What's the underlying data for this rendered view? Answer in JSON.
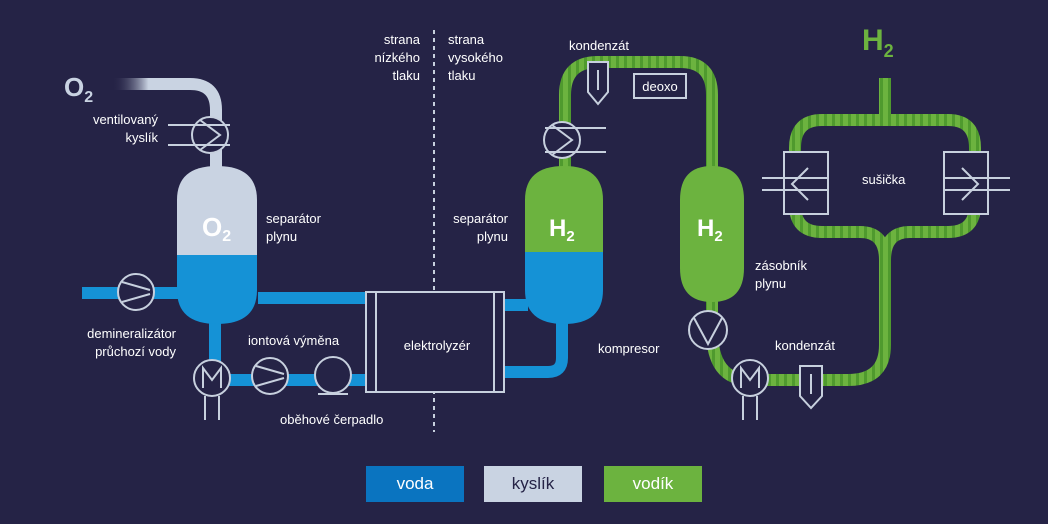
{
  "colors": {
    "background": "#252346",
    "water": "#1592d6",
    "oxygen": "#c9d3e2",
    "hydrogen": "#6cb33f",
    "equipment_outline": "#c7d0de",
    "divider": "#c7d0de"
  },
  "labels": {
    "o2_outlet": "O",
    "o2_outlet_sub": "2",
    "h2_outlet": "H",
    "h2_outlet_sub": "2",
    "o2_tank": "O",
    "o2_tank_sub": "2",
    "h2_separator": "H",
    "h2_separator_sub": "2",
    "h2_storage": "H",
    "h2_storage_sub": "2",
    "vented_oxygen_1": "ventilovaný",
    "vented_oxygen_2": "kyslík",
    "gas_separator_left_1": "separátor",
    "gas_separator_left_2": "plynu",
    "gas_separator_right_1": "separátor",
    "gas_separator_right_2": "plynu",
    "low_pressure_1": "strana",
    "low_pressure_2": "nízkého",
    "low_pressure_3": "tlaku",
    "high_pressure_1": "strana",
    "high_pressure_2": "vysokého",
    "high_pressure_3": "tlaku",
    "condensate_top": "kondenzát",
    "deoxo": "deoxo",
    "dryer": "sušička",
    "storage_1": "zásobník",
    "storage_2": "plynu",
    "compressor": "kompresor",
    "condensate_bottom": "kondenzát",
    "demineralizer_1": "demineralizátor",
    "demineralizer_2": "průchozí vody",
    "ion_exchange": "iontová výměna",
    "circulation_pump": "oběhové čerpadlo",
    "electrolyzer": "elektrolyzér"
  },
  "legend": [
    {
      "label": "voda",
      "color": "#0a74c0",
      "text_color": "#ffffff"
    },
    {
      "label": "kyslík",
      "color": "#c9d3e2",
      "text_color": "#252346"
    },
    {
      "label": "vodík",
      "color": "#6cb33f",
      "text_color": "#ffffff"
    }
  ]
}
